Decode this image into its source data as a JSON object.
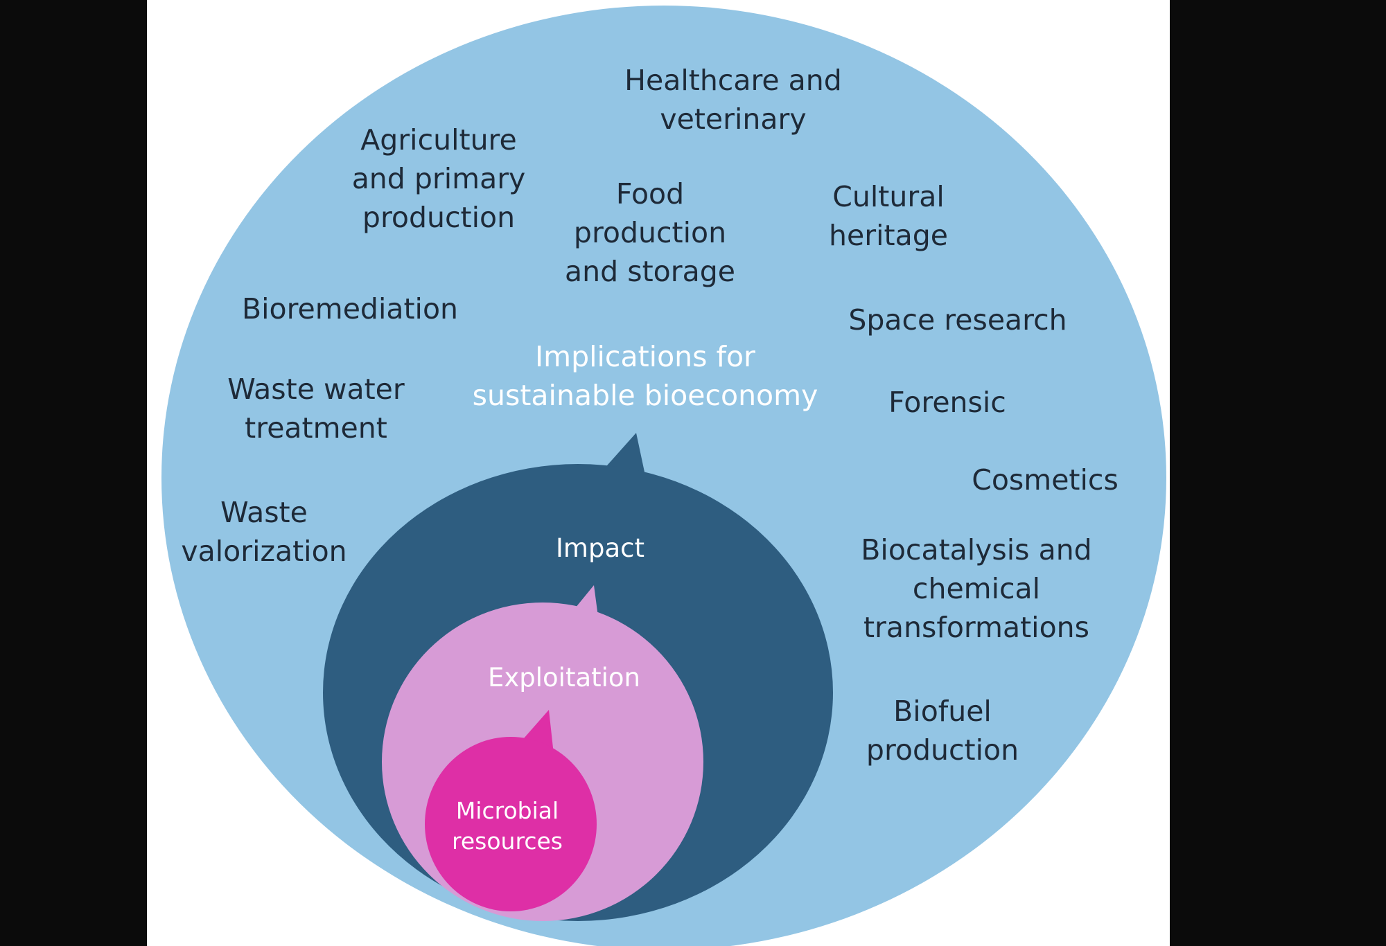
{
  "colors": {
    "outer_circle": "#93c5e4",
    "impact_bubble": "#2e5d80",
    "exploitation_bubble": "#d79bd6",
    "microbial_bubble": "#de2fa6",
    "text_dark": "#1e2a38",
    "text_light": "#ffffff"
  },
  "center": {
    "outer_title": "Implications for\nsustainable bioeconomy",
    "impact": "Impact",
    "exploitation": "Exploitation",
    "microbial": "Microbial\nresources"
  },
  "applications": {
    "healthcare": "Healthcare and\nveterinary",
    "agriculture": "Agriculture\nand primary\nproduction",
    "food": "Food\nproduction\nand storage",
    "cultural": "Cultural\nheritage",
    "bioremediation": "Bioremediation",
    "space": "Space research",
    "wastewater": "Waste water\ntreatment",
    "forensic": "Forensic",
    "cosmetics": "Cosmetics",
    "valorization": "Waste\nvalorization",
    "biocatalysis": "Biocatalysis and\nchemical\ntransformations",
    "biofuel": "Biofuel\nproduction"
  }
}
